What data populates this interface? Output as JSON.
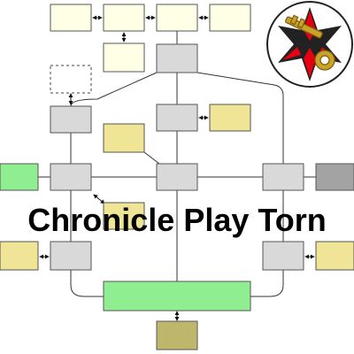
{
  "title": "Chronicle Play Torn",
  "colors": {
    "background": "#ffffff",
    "room_gray": "#d9d9d9",
    "room_cream": "#ffffe6",
    "room_khaki": "#f0e496",
    "room_green": "#8fee8f",
    "room_dark_gray": "#a3a3a3",
    "room_olive": "#bdb66b",
    "border": "#555555",
    "line": "#333333",
    "logo_red": "#e60012",
    "logo_dark": "#222222",
    "logo_key": "#c9a227"
  },
  "logo": {
    "name": "compass-key-emblem"
  },
  "rooms": [
    {
      "id": "r1",
      "color": "room_cream"
    },
    {
      "id": "r2",
      "color": "room_cream"
    },
    {
      "id": "r3",
      "color": "room_cream"
    },
    {
      "id": "r4",
      "color": "room_cream"
    },
    {
      "id": "r5",
      "color": "room_cream"
    },
    {
      "id": "r6",
      "color": "room_gray"
    },
    {
      "id": "r7",
      "color": "dashed"
    },
    {
      "id": "r8",
      "color": "room_gray"
    },
    {
      "id": "r9",
      "color": "room_gray"
    },
    {
      "id": "r10",
      "color": "room_khaki"
    },
    {
      "id": "r11",
      "color": "room_khaki"
    },
    {
      "id": "r12",
      "color": "room_green"
    },
    {
      "id": "r13",
      "color": "room_gray"
    },
    {
      "id": "r14",
      "color": "room_gray"
    },
    {
      "id": "r15",
      "color": "room_gray"
    },
    {
      "id": "r16",
      "color": "room_dark_gray"
    },
    {
      "id": "r17",
      "color": "room_khaki"
    },
    {
      "id": "r18",
      "color": "room_khaki"
    },
    {
      "id": "r19",
      "color": "room_gray"
    },
    {
      "id": "r20",
      "color": "room_gray"
    },
    {
      "id": "r21",
      "color": "room_khaki"
    },
    {
      "id": "r22",
      "color": "room_green"
    },
    {
      "id": "r23",
      "color": "room_olive"
    }
  ]
}
